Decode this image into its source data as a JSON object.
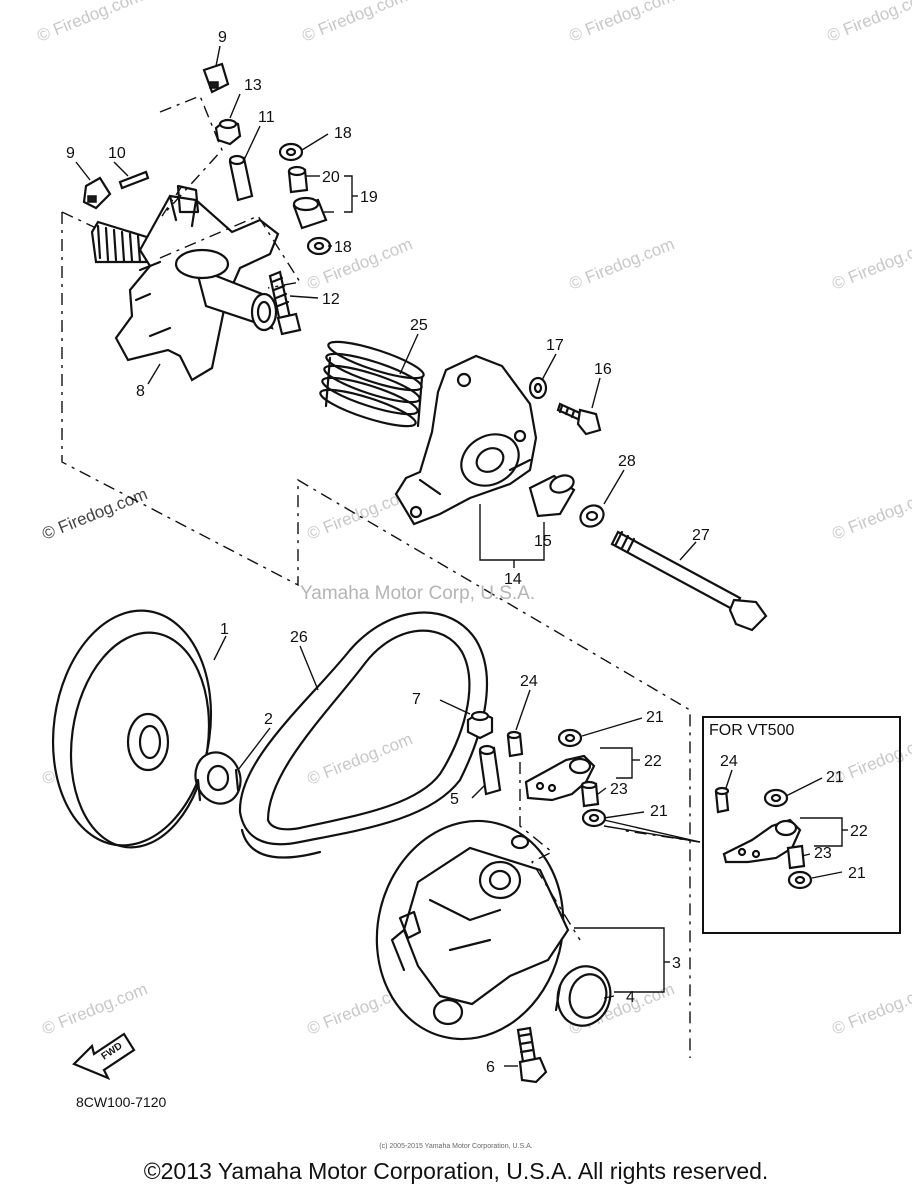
{
  "watermark": {
    "site": "© Firedog.com",
    "center": "Yamaha Motor Corp, U.S.A."
  },
  "diagram_code": "8CW100-7120",
  "small_credit": "(c) 2005-2015 Yamaha Motor Corporation, U.S.A.",
  "copyright": "©2013 Yamaha Motor Corporation, U.S.A. All rights reserved.",
  "fwd_label": "FWD",
  "inset": {
    "title": "FOR VT500",
    "labels": [
      "24",
      "21",
      "22",
      "23",
      "21"
    ]
  },
  "callouts": [
    "9",
    "13",
    "11",
    "18",
    "9",
    "10",
    "20",
    "19",
    "18",
    "12",
    "8",
    "25",
    "17",
    "16",
    "28",
    "15",
    "14",
    "27",
    "1",
    "26",
    "7",
    "24",
    "21",
    "2",
    "22",
    "5",
    "23",
    "21",
    "3",
    "4",
    "6"
  ]
}
